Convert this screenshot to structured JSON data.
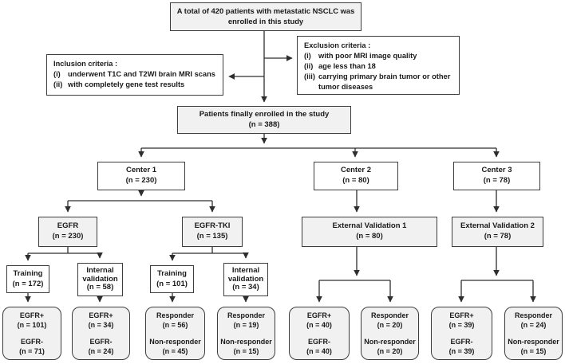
{
  "figure": "Patient enrollment and dataset partition flowchart",
  "colors": {
    "box_border": "#3d3d3d",
    "box_fill_gray": "#f1f1f1",
    "box_fill_white": "#ffffff",
    "line": "#2e2e2e",
    "text": "#1a1a1a"
  },
  "nodes": {
    "total": {
      "line1": "A total of 420 patients with metastatic NSCLC was",
      "line2": "enrolled in this study"
    },
    "exclusion": {
      "title": "Exclusion criteria :",
      "items": [
        {
          "num": "(i)",
          "text": "with poor MRI image quality"
        },
        {
          "num": "(ii)",
          "text": "age less than 18"
        },
        {
          "num": "(iii)",
          "text": "carrying primary brain tumor or other tumor diseases"
        }
      ]
    },
    "inclusion": {
      "title": "Inclusion criteria :",
      "items": [
        {
          "num": "(i)",
          "text": "underwent T1C and T2WI brain MRI scans"
        },
        {
          "num": "(ii)",
          "text": "with completely gene test results"
        }
      ]
    },
    "enrolled": {
      "line1": "Patients finally enrolled in the study",
      "line2": "(n = 388)"
    },
    "center1": {
      "line1": "Center 1",
      "line2": "(n = 230)"
    },
    "center2": {
      "line1": "Center 2",
      "line2": "(n = 80)"
    },
    "center3": {
      "line1": "Center 3",
      "line2": "(n = 78)"
    },
    "egfr": {
      "line1": "EGFR",
      "line2": "(n = 230)"
    },
    "egfr_tki": {
      "line1": "EGFR-TKI",
      "line2": "(n = 135)"
    },
    "ext_val1": {
      "line1": "External Validation 1",
      "line2": "(n = 80)"
    },
    "ext_val2": {
      "line1": "External Validation 2",
      "line2": "(n = 78)"
    },
    "training1": {
      "line1": "Training",
      "line2": "(n = 172)"
    },
    "internal1": {
      "line1": "Internal",
      "line2": "validation",
      "line3": "(n = 58)"
    },
    "training2": {
      "line1": "Training",
      "line2": "(n = 101)"
    },
    "internal2": {
      "line1": "Internal",
      "line2": "validation",
      "line3": "(n = 34)"
    },
    "out1": {
      "line1": "EGFR+",
      "line2": "(n = 101)",
      "line3": "EGFR-",
      "line4": "(n = 71)"
    },
    "out2": {
      "line1": "EGFR+",
      "line2": "(n = 34)",
      "line3": "EGFR-",
      "line4": "(n = 24)"
    },
    "out3": {
      "line1": "Responder",
      "line2": "(n = 56)",
      "line3": "Non-responder",
      "line4": "(n = 45)"
    },
    "out4": {
      "line1": "Responder",
      "line2": "(n = 19)",
      "line3": "Non-responder",
      "line4": "(n = 15)"
    },
    "out5": {
      "line1": "EGFR+",
      "line2": "(n = 40)",
      "line3": "EGFR-",
      "line4": "(n = 40)"
    },
    "out6": {
      "line1": "Responder",
      "line2": "(n = 20)",
      "line3": "Non-responder",
      "line4": "(n = 20)"
    },
    "out7": {
      "line1": "EGFR+",
      "line2": "(n = 39)",
      "line3": "EGFR-",
      "line4": "(n = 39)"
    },
    "out8": {
      "line1": "Responder",
      "line2": "(n = 24)",
      "line3": "Non-responder",
      "line4": "(n = 15)"
    }
  }
}
